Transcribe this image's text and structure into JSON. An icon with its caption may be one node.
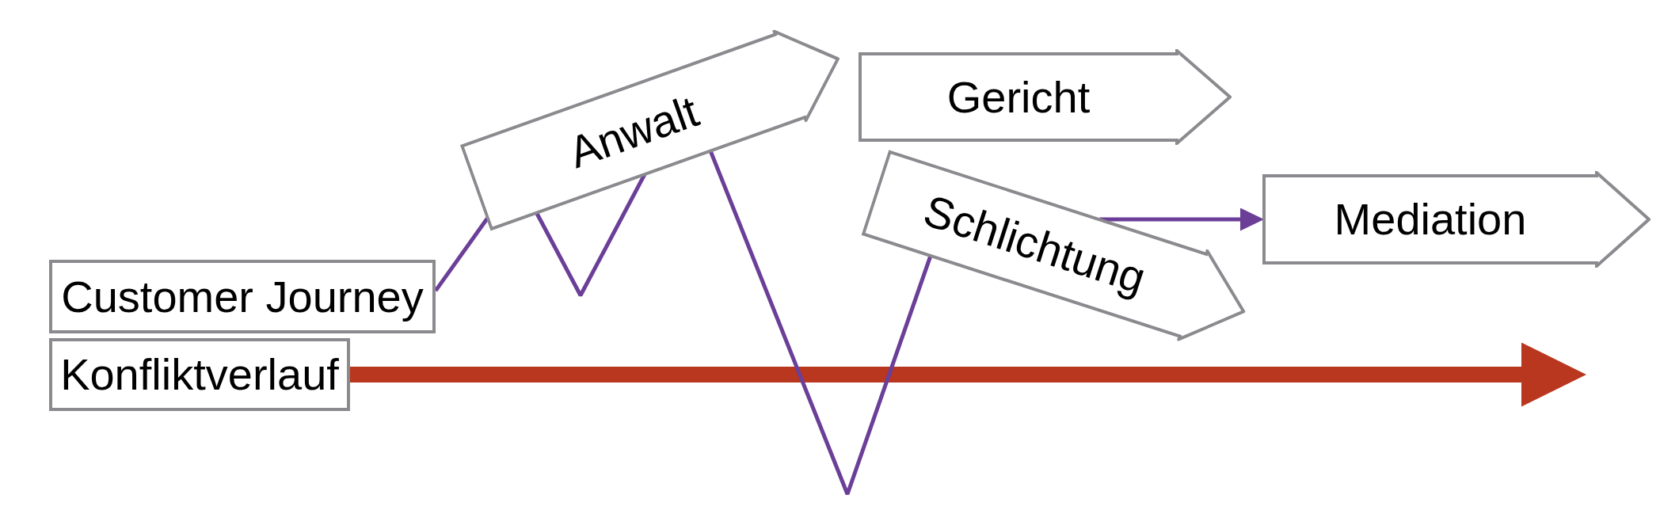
{
  "diagram": {
    "nodes": [
      {
        "text": [
          "Customer Journey"
        ]
      },
      {
        "text": [
          "Konfliktverlauf"
        ]
      },
      {
        "text": [
          "Anwalt"
        ]
      },
      {
        "text": [
          "Gericht"
        ]
      },
      {
        "text": [
          "Schlichtung"
        ]
      },
      {
        "text": [
          "Mediation"
        ]
      }
    ],
    "edges": [
      {
        "from": 0,
        "to": 2,
        "arrow": "none"
      },
      {
        "from": 2,
        "to": 2,
        "arrow": "none"
      },
      {
        "from": 2,
        "to": 4,
        "arrow": "none"
      },
      {
        "from": 4,
        "to": 5,
        "arrow": "to"
      },
      {
        "from": 1,
        "to": null,
        "arrow": "to",
        "style": "thick",
        "color": "#b9371f"
      }
    ]
  }
}
